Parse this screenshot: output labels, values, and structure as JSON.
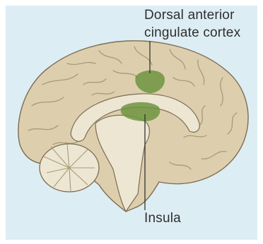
{
  "labels": {
    "dacc_line1": "Dorsal anterior",
    "dacc_line2": "cingulate cortex",
    "insula": "Insula"
  },
  "colors": {
    "background": "#ddedf4",
    "cortex": "#ddcfae",
    "sulci": "#a89a78",
    "highlight": "#6f9440",
    "inner_structures": "#ede6d3",
    "leader_line": "#333333"
  }
}
